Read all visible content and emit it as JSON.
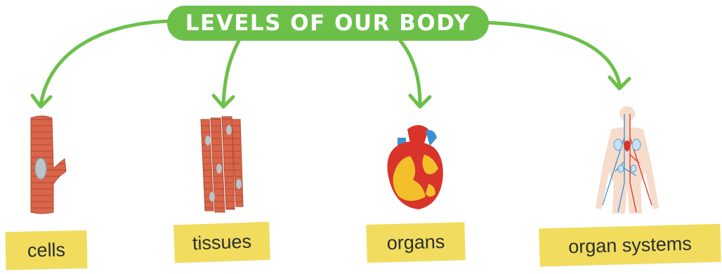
{
  "title": "LEVELS OF OUR BODY",
  "colors": {
    "accent_green": "#6cc04a",
    "label_yellow": "#f2dc5d",
    "muscle": "#d9664a",
    "heart_red": "#d9342b",
    "heart_yellow": "#f3c02c",
    "vein_blue": "#3a8fd4",
    "skin": "#f6dccb"
  },
  "levels": [
    {
      "label": "cells",
      "icon": "muscle-cell-icon"
    },
    {
      "label": "tissues",
      "icon": "muscle-tissue-icon"
    },
    {
      "label": "organs",
      "icon": "heart-icon"
    },
    {
      "label": "organ systems",
      "icon": "circulatory-system-icon"
    }
  ]
}
